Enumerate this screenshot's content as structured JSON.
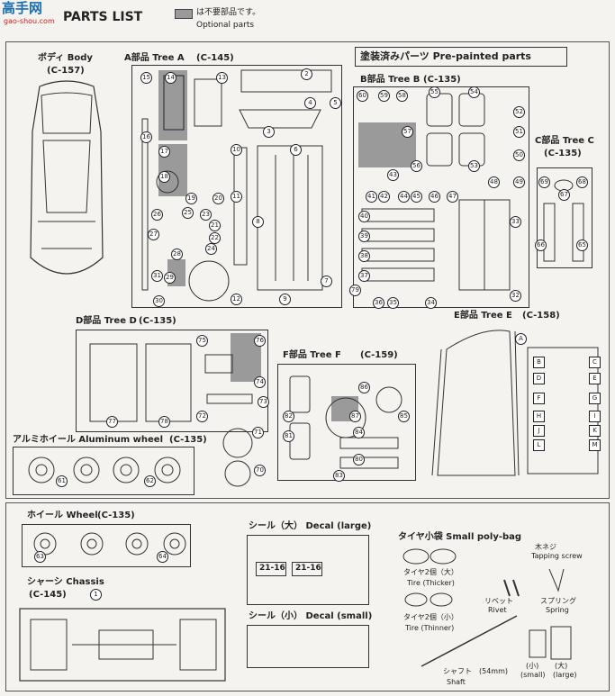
{
  "watermark": {
    "brand": "高手网",
    "url": "gao-shou.com"
  },
  "header": {
    "title": "PARTS LIST",
    "legend_jp": "は不要部品です。",
    "legend_en": "Optional parts",
    "legend_color": "#9a9a9a"
  },
  "body": {
    "label_jp": "ボディ Body",
    "code": "(C-157)"
  },
  "tree_a": {
    "label": "A部品 Tree A",
    "code": "(C-145)"
  },
  "prepainted": {
    "label": "塗装済みパーツ Pre-painted parts"
  },
  "tree_b": {
    "label": "B部品 Tree B",
    "code": "(C-135)"
  },
  "tree_c": {
    "label": "C部品 Tree C",
    "code": "(C-135)"
  },
  "tree_d": {
    "label": "D部品 Tree D",
    "code": "(C-135)"
  },
  "tree_e": {
    "label": "E部品 Tree E",
    "code": "(C-158)"
  },
  "tree_f": {
    "label": "F部品 Tree F",
    "code": "(C-159)"
  },
  "aluminum_wheel": {
    "label": "アルミホイール Aluminum wheel",
    "code": "(C-135)"
  },
  "wheel": {
    "label": "ホイール Wheel",
    "code": "(C-135)"
  },
  "chassis": {
    "label": "シャーシ Chassis",
    "code": "(C-145)"
  },
  "decal_large": {
    "label": "シール（大） Decal (large)",
    "plate1": "21-16",
    "plate2": "21-16"
  },
  "decal_small": {
    "label": "シール（小） Decal (small)"
  },
  "polybag": {
    "label": "タイヤ小袋 Small poly-bag",
    "tapping_screw_jp": "木ネジ",
    "tapping_screw_en": "Tapping screw",
    "tire_thicker_jp": "タイヤ2個（大）",
    "tire_thicker_en": "Tire (Thicker)",
    "rivet_jp": "リベット",
    "rivet_en": "Rivet",
    "spring_jp": "スプリング",
    "spring_en": "Spring",
    "tire_thinner_jp": "タイヤ2個（小）",
    "tire_thinner_en": "Tire (Thinner)",
    "shaft_jp": "シャフト",
    "shaft_en": "Shaft",
    "shaft_len": "(54mm)",
    "small_jp": "(小)",
    "large_jp": "(大)",
    "small_en": "(small)",
    "large_en": "(large)"
  },
  "part_numbers": {
    "tree_a": [
      "2",
      "3",
      "4",
      "5",
      "6",
      "7",
      "8",
      "9",
      "10",
      "11",
      "12",
      "13",
      "14",
      "15",
      "16",
      "17",
      "18",
      "19",
      "20",
      "21",
      "22",
      "23",
      "24",
      "25",
      "26",
      "27",
      "28",
      "29",
      "30",
      "31"
    ],
    "tree_b": [
      "32",
      "33",
      "34",
      "35",
      "36",
      "37",
      "38",
      "39",
      "40",
      "41",
      "42",
      "43",
      "44",
      "45",
      "46",
      "47",
      "48",
      "49",
      "50",
      "51",
      "52",
      "53",
      "54",
      "55",
      "56",
      "57",
      "58",
      "59",
      "60"
    ],
    "tree_c": [
      "65",
      "66",
      "67",
      "68",
      "69"
    ],
    "tree_d": [
      "70",
      "71",
      "72",
      "73",
      "74",
      "75",
      "76",
      "77",
      "78"
    ],
    "tree_f": [
      "80",
      "81",
      "82",
      "83",
      "84",
      "85",
      "86",
      "87"
    ],
    "tree_e": [
      "A",
      "B",
      "C",
      "D",
      "E",
      "F",
      "G",
      "H",
      "I",
      "J",
      "K",
      "L",
      "M"
    ],
    "wheels": [
      "61",
      "62",
      "63",
      "64"
    ],
    "chassis": [
      "1"
    ]
  }
}
